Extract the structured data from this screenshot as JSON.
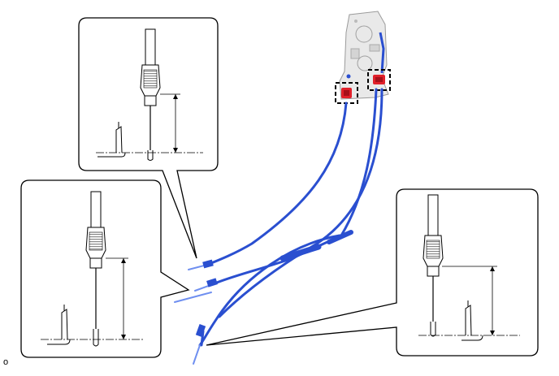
{
  "figure": {
    "corner_label": "o",
    "callouts": [
      {
        "name": "callout-top-left"
      },
      {
        "name": "callout-left"
      },
      {
        "name": "callout-right"
      }
    ],
    "colors": {
      "cable": "#2a4fd0",
      "cable_light": "#6f8ff0",
      "connector": "#e0202a",
      "frame": "#000000",
      "tool": "#555555"
    },
    "icons": [
      "screwdriver-icon",
      "cable-end-icon",
      "connector-icon"
    ]
  }
}
